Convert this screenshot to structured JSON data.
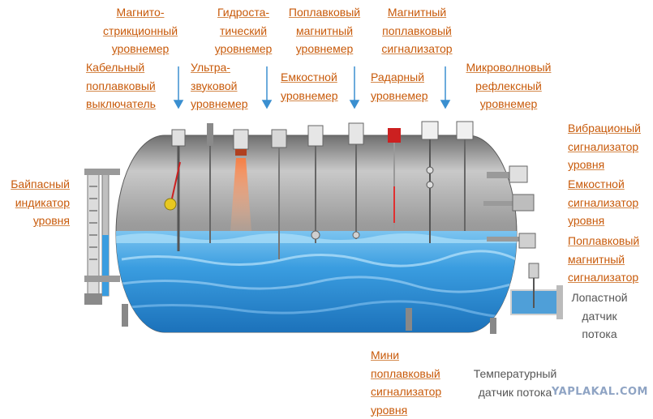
{
  "labels": {
    "magnetostrictive": [
      "Магнито-",
      "стрикционный",
      "уровнемер"
    ],
    "hydrostatic": [
      "Гидроста-",
      "тический",
      "уровнемер"
    ],
    "float_level": [
      "Поплавковый",
      "магнитный",
      "уровнемер"
    ],
    "magnetic_float_switch_top": [
      "Магнитный",
      "поплавковый",
      "сигнализатор"
    ],
    "cable_float": [
      "Кабельный",
      "поплавковый",
      "выключатель"
    ],
    "ultrasonic": [
      "Ультра-",
      "звуковой",
      "уровнемер"
    ],
    "capacitive_top": [
      "Емкостной",
      "уровнемер"
    ],
    "radar": [
      "Радарный",
      "уровнемер"
    ],
    "microwave": [
      "Микроволновый",
      "рефлексный",
      "уровнемер"
    ],
    "vibration": [
      "Вибрационый",
      "сигнализатор",
      "уровня"
    ],
    "capacitive_side": [
      "Емкостной",
      "сигнализатор",
      "уровня"
    ],
    "float_magnetic_side": [
      "Поплавковый",
      "магнитный",
      "сигнализатор"
    ],
    "paddle_flow": [
      "Лопастной",
      "датчик",
      "потока"
    ],
    "bypass": [
      "Байпасный",
      "индикатор",
      "уровня"
    ],
    "mini_float": [
      "Мини",
      "поплавковый",
      "сигнализатор",
      "уровня"
    ],
    "temperature_flow": [
      "Температурный",
      "датчик потока"
    ]
  },
  "watermark": "YAPLAKAL.COM",
  "colors": {
    "label": "#c85a0a",
    "arrow": "#3a8fd0",
    "tank_gray": "#8a8a8a",
    "water": "#2a8ad8"
  }
}
